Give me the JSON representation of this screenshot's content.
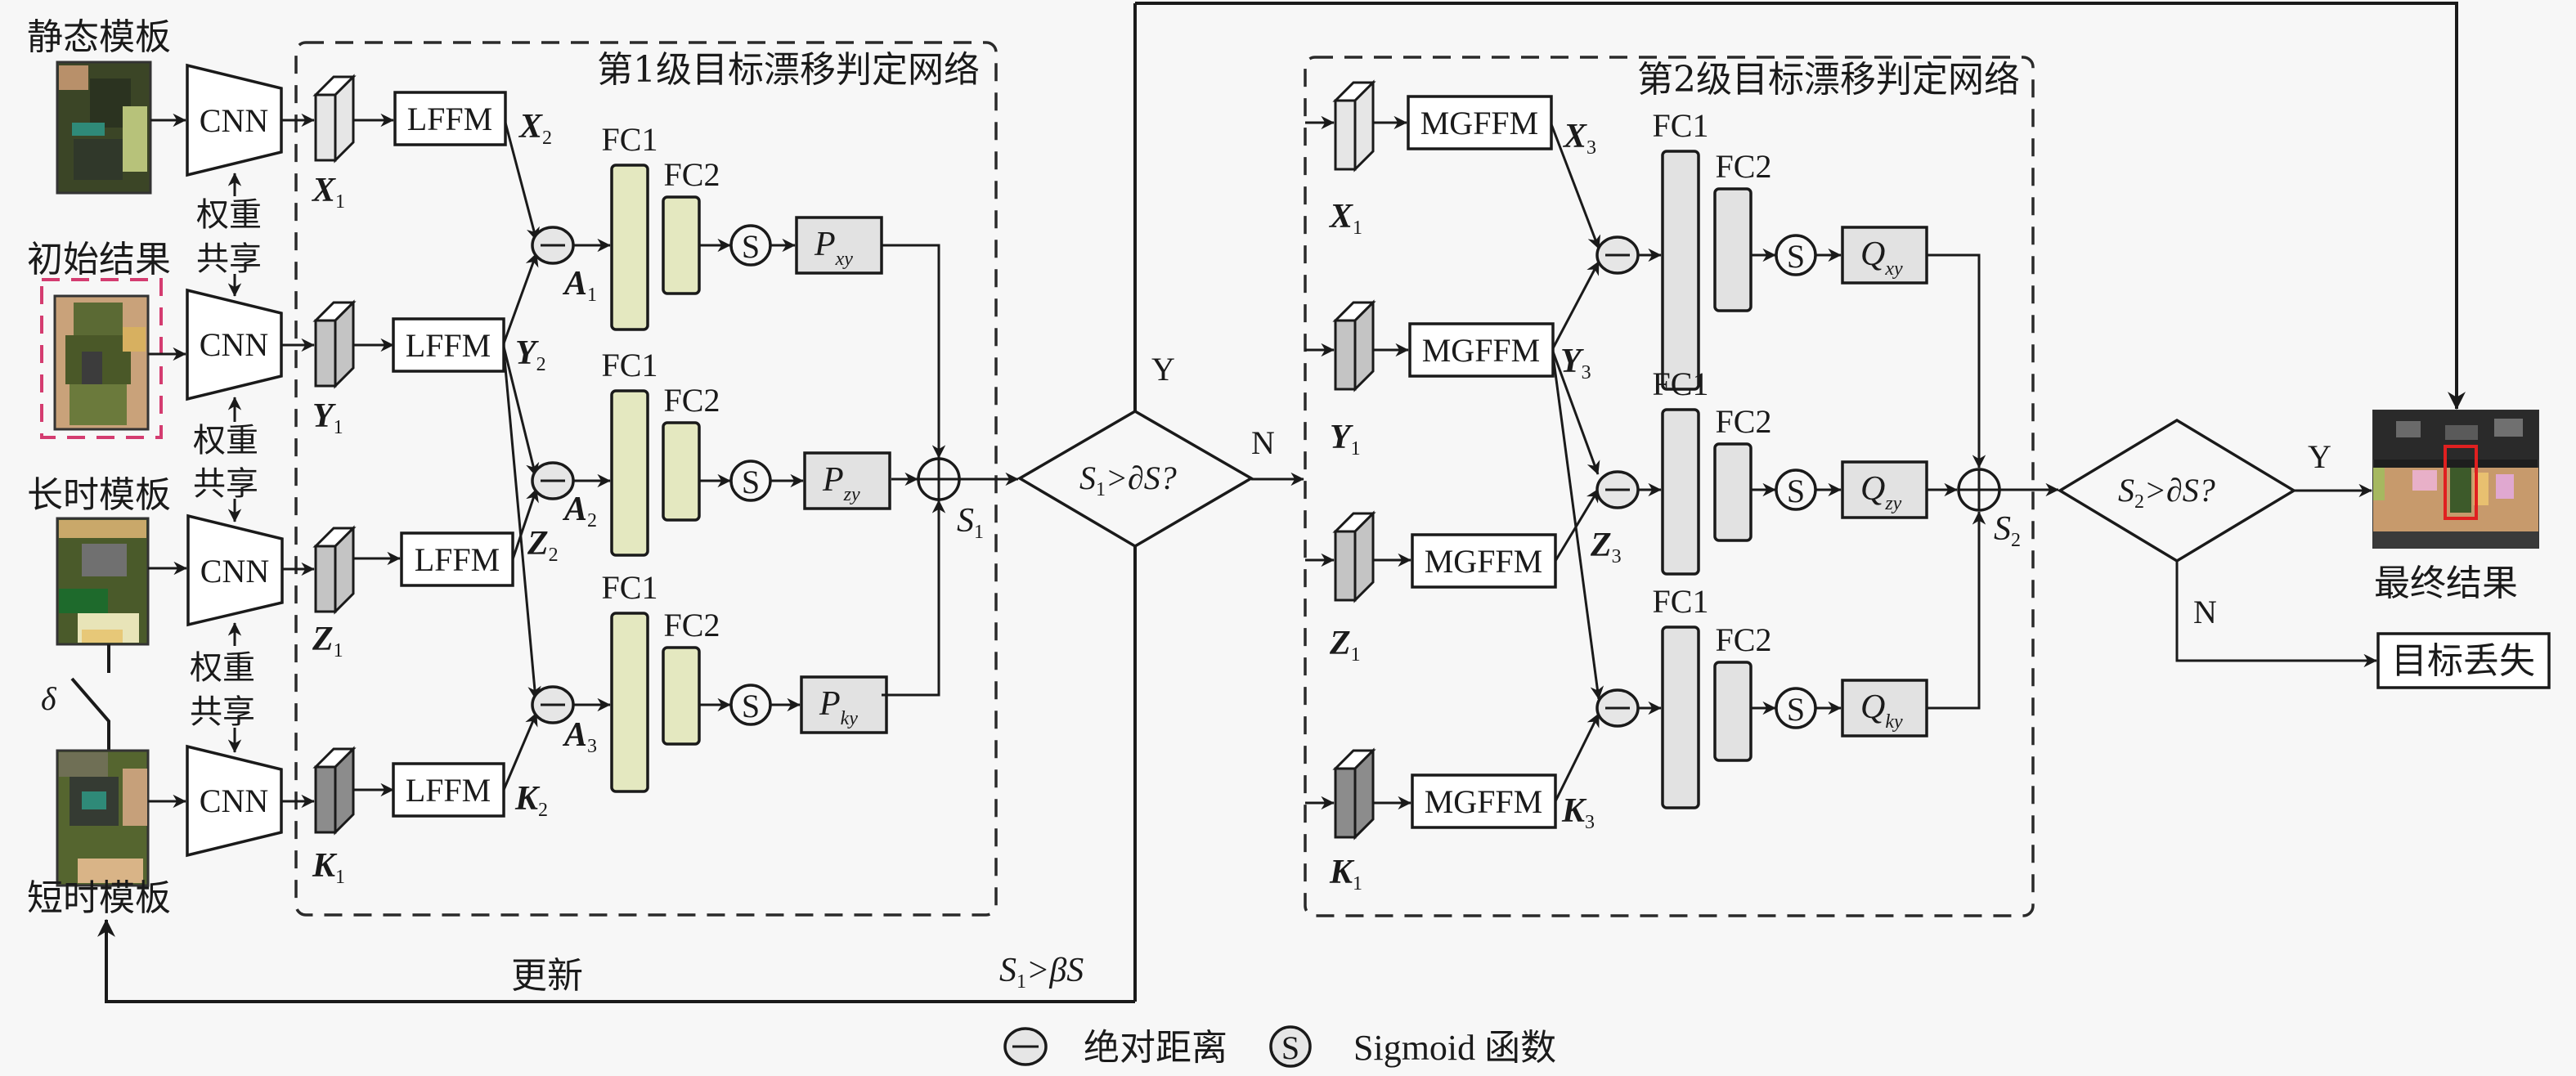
{
  "colors": {
    "background": "#f7f7f7",
    "stage1_fc_fill": "#e4e8c0",
    "stage2_fc_fill": "#e2e2e2",
    "score_box_fill": "#e2e2e2",
    "initial_result_frame": "#d43c70",
    "feature_light": "#e6e6e6",
    "feature_mid": "#c4c4c4",
    "feature_dark": "#8c8c8c",
    "detection_box": "#e02020"
  },
  "inputs": {
    "static_template": "静态模板",
    "initial_result": "初始结果",
    "long_term_template": "长时模板",
    "short_term_template": "短时模板",
    "delta": "δ"
  },
  "backbone": {
    "cnn_label": "CNN",
    "weight_share_line1": "权重",
    "weight_share_line2": "共享"
  },
  "stage1": {
    "title": "第1级目标漂移判定网络",
    "module": "LFFM",
    "features_in": [
      {
        "base": "X",
        "sub": "1"
      },
      {
        "base": "Y",
        "sub": "1"
      },
      {
        "base": "Z",
        "sub": "1"
      },
      {
        "base": "K",
        "sub": "1"
      }
    ],
    "features_out": [
      {
        "base": "X",
        "sub": "2"
      },
      {
        "base": "Y",
        "sub": "2"
      },
      {
        "base": "Z",
        "sub": "2"
      },
      {
        "base": "K",
        "sub": "2"
      }
    ],
    "distances": [
      {
        "base": "A",
        "sub": "1"
      },
      {
        "base": "A",
        "sub": "2"
      },
      {
        "base": "A",
        "sub": "3"
      }
    ],
    "fc1": "FC1",
    "fc2": "FC2",
    "sigmoid_glyph": "S",
    "scores": [
      {
        "base": "P",
        "sub": "xy"
      },
      {
        "base": "P",
        "sub": "zy"
      },
      {
        "base": "P",
        "sub": "ky"
      }
    ],
    "sum": {
      "base": "S",
      "sub": "1"
    }
  },
  "decision1": {
    "lhs": {
      "base": "S",
      "sub": "1"
    },
    "rhs": ">∂S?",
    "yes": "Y",
    "no": "N"
  },
  "update": {
    "label": "更新",
    "condition": {
      "base": "S",
      "sub": "1",
      "rest": ">βS"
    }
  },
  "stage2": {
    "title": "第2级目标漂移判定网络",
    "module": "MGFFM",
    "features_in": [
      {
        "base": "X",
        "sub": "1"
      },
      {
        "base": "Y",
        "sub": "1"
      },
      {
        "base": "Z",
        "sub": "1"
      },
      {
        "base": "K",
        "sub": "1"
      }
    ],
    "features_out": [
      {
        "base": "X",
        "sub": "3"
      },
      {
        "base": "Y",
        "sub": "3"
      },
      {
        "base": "Z",
        "sub": "3"
      },
      {
        "base": "K",
        "sub": "3"
      }
    ],
    "fc1": "FC1",
    "fc2": "FC2",
    "sigmoid_glyph": "S",
    "scores": [
      {
        "base": "Q",
        "sub": "xy"
      },
      {
        "base": "Q",
        "sub": "zy"
      },
      {
        "base": "Q",
        "sub": "ky"
      }
    ],
    "sum": {
      "base": "S",
      "sub": "2"
    }
  },
  "decision2": {
    "lhs": {
      "base": "S",
      "sub": "2"
    },
    "rhs": ">∂S?",
    "yes": "Y",
    "no": "N"
  },
  "outputs": {
    "final_result": "最终结果",
    "target_lost": "目标丢失"
  },
  "legend": {
    "minus_glyph": "−",
    "abs_distance": "绝对距离",
    "sigmoid_glyph": "S",
    "sigmoid_function": "Sigmoid 函数"
  }
}
